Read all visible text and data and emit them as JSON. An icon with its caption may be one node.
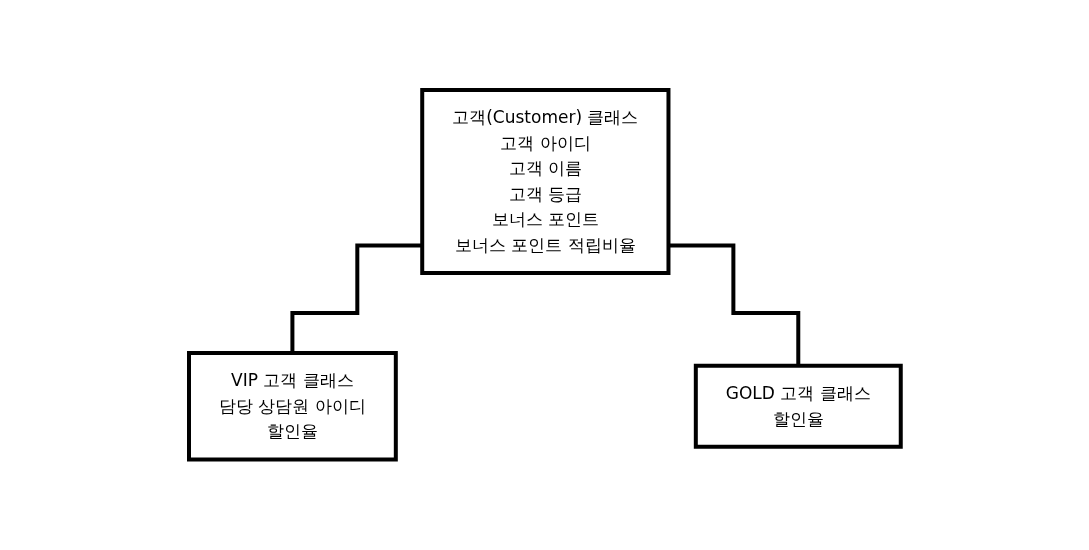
{
  "diagram": {
    "nodes": [
      {
        "text": [
          "고객(Customer) 클래스",
          "고객 아이디",
          "고객 이름",
          "고객 등급",
          "보너스 포인트",
          "보너스 포인트 적립비율"
        ]
      },
      {
        "text": [
          "VIP 고객 클래스",
          "담당 상담원 아이디",
          "할인율"
        ]
      },
      {
        "text": [
          "GOLD 고객 클래스",
          "할인율"
        ]
      }
    ],
    "edges": [
      {
        "from": 0,
        "to": 1,
        "arrow": "none"
      },
      {
        "from": 0,
        "to": 2,
        "arrow": "none"
      }
    ]
  }
}
